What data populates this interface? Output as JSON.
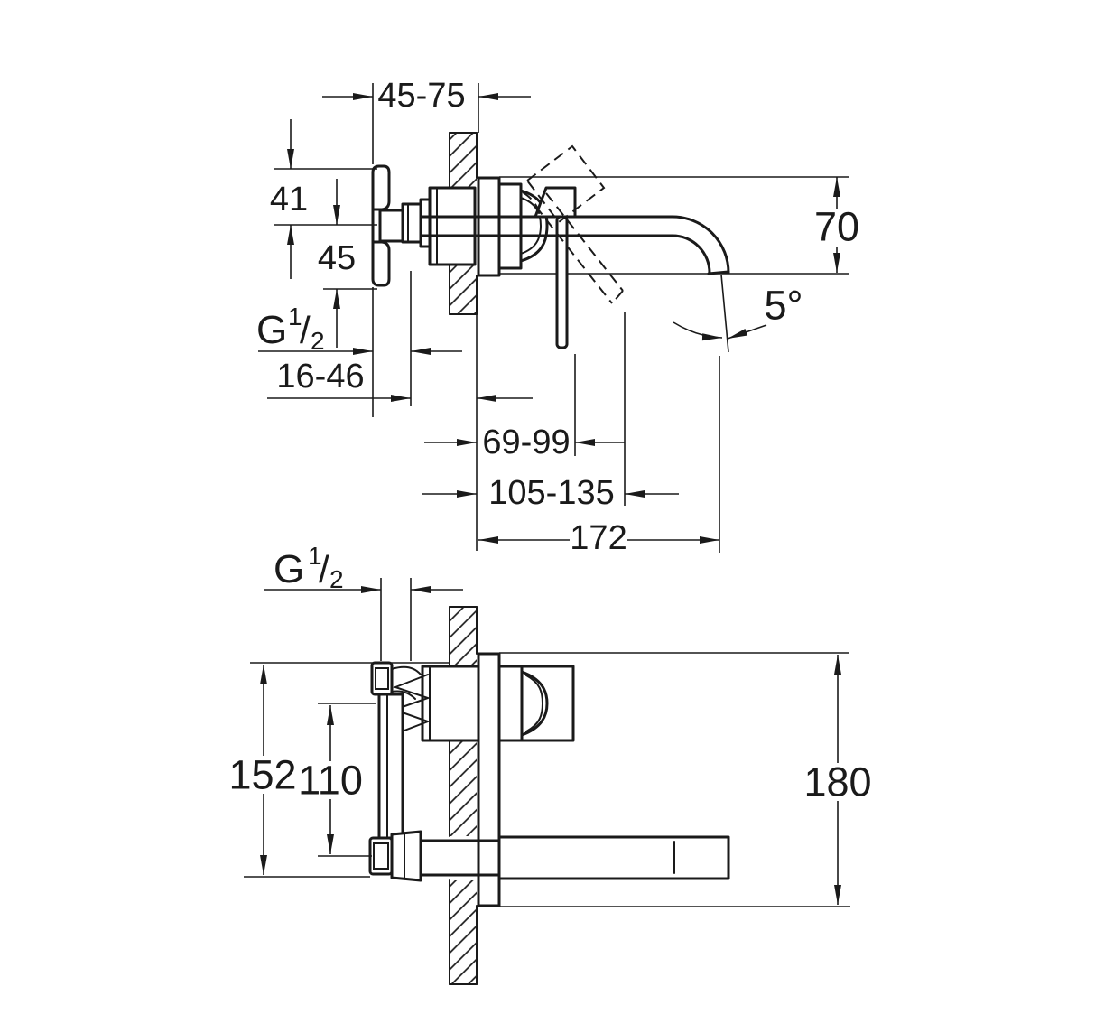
{
  "colors": {
    "line": "#1a1a1a",
    "background": "#ffffff"
  },
  "top_view": {
    "dims": {
      "install_depth": "45-75",
      "upper_offset": "41",
      "lower_offset": "45",
      "thread_prefix": "G",
      "thread_numerator": "1",
      "thread_slash": "/",
      "thread_denominator": "2",
      "wall_clearance": "16-46",
      "handle_reach_closed": "69-99",
      "handle_reach_open": "105-135",
      "spout_reach": "172",
      "spout_drop": "70",
      "spout_angle": "5°"
    }
  },
  "bottom_view": {
    "dims": {
      "thread_prefix": "G",
      "thread_numerator": "1",
      "thread_slash": "/",
      "thread_denominator": "2",
      "frame_height": "152",
      "port_spacing": "110",
      "overall_height": "180"
    }
  }
}
